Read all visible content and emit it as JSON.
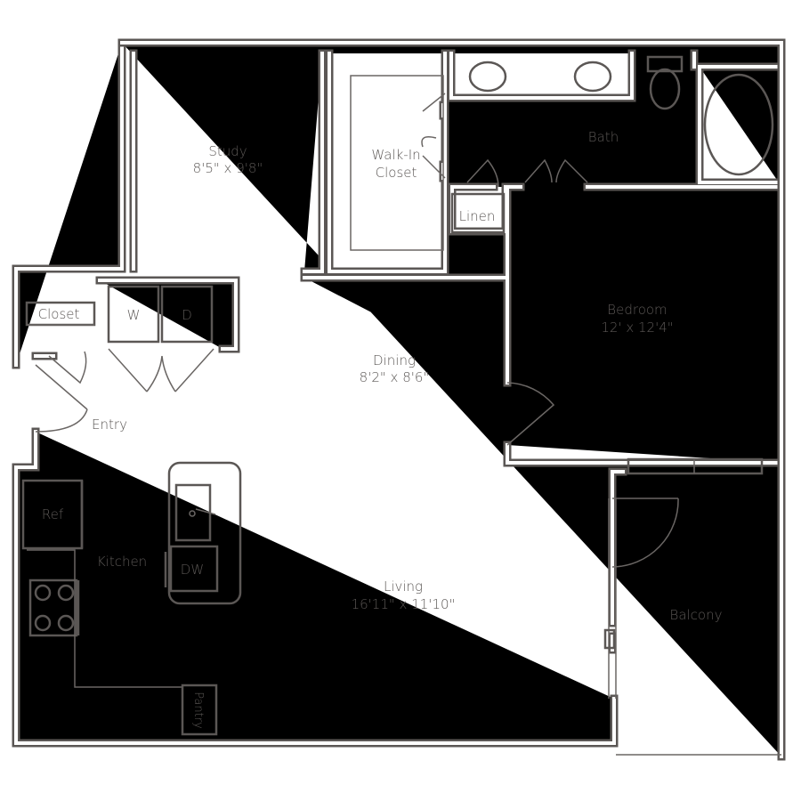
{
  "title": "Apartment Floor Plan",
  "rooms": {
    "study": {
      "name": "Study",
      "size": "8'5\" x 9'8\""
    },
    "walk_in_closet": {
      "name_line1": "Walk-In",
      "name_line2": "Closet"
    },
    "bath": {
      "name": "Bath"
    },
    "linen": {
      "name": "Linen"
    },
    "bedroom": {
      "name": "Bedroom",
      "size": "12' x 12'4\""
    },
    "closet": {
      "name": "Closet"
    },
    "washer": {
      "name": "W"
    },
    "dryer": {
      "name": "D"
    },
    "dining": {
      "name": "Dining",
      "size": "8'2\" x 8'6\""
    },
    "entry": {
      "name": "Entry"
    },
    "ref": {
      "name": "Ref"
    },
    "kitchen": {
      "name": "Kitchen"
    },
    "dishwasher": {
      "name": "DW"
    },
    "living": {
      "name": "Living",
      "size": "16'11\" x 11'10\""
    },
    "balcony": {
      "name": "Balcony"
    },
    "pantry": {
      "name": "Pantry"
    }
  }
}
